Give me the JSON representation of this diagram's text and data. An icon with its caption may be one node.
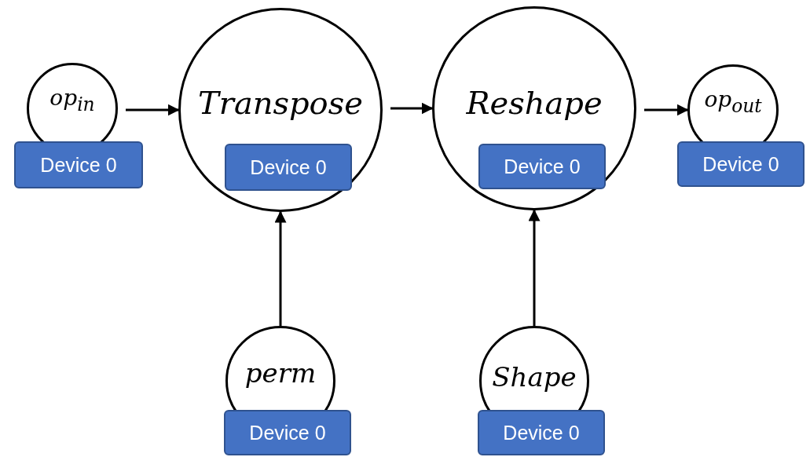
{
  "diagram": {
    "nodes": [
      {
        "text": [
          "op$_{in}$"
        ]
      },
      {
        "text": [
          "Device 0"
        ]
      },
      {
        "text": [
          "Transpose"
        ]
      },
      {
        "text": [
          "Device 0"
        ],
        "in": 2
      },
      {
        "text": [
          "Reshape"
        ]
      },
      {
        "text": [
          "Device 0"
        ],
        "in": 4
      },
      {
        "text": [
          "op$_{out}$"
        ]
      },
      {
        "text": [
          "Device 0"
        ]
      },
      {
        "text": [
          "perm"
        ]
      },
      {
        "text": [
          "Device 0"
        ]
      },
      {
        "text": [
          "Shape"
        ]
      },
      {
        "text": [
          "Device 0"
        ]
      }
    ],
    "edges": [
      {
        "from": 0,
        "to": 2,
        "arrow": "to"
      },
      {
        "from": 2,
        "to": 4,
        "arrow": "to"
      },
      {
        "from": 4,
        "to": 6,
        "arrow": "to"
      },
      {
        "from": 8,
        "to": 2,
        "arrow": "to"
      },
      {
        "from": 10,
        "to": 4,
        "arrow": "to"
      }
    ]
  }
}
